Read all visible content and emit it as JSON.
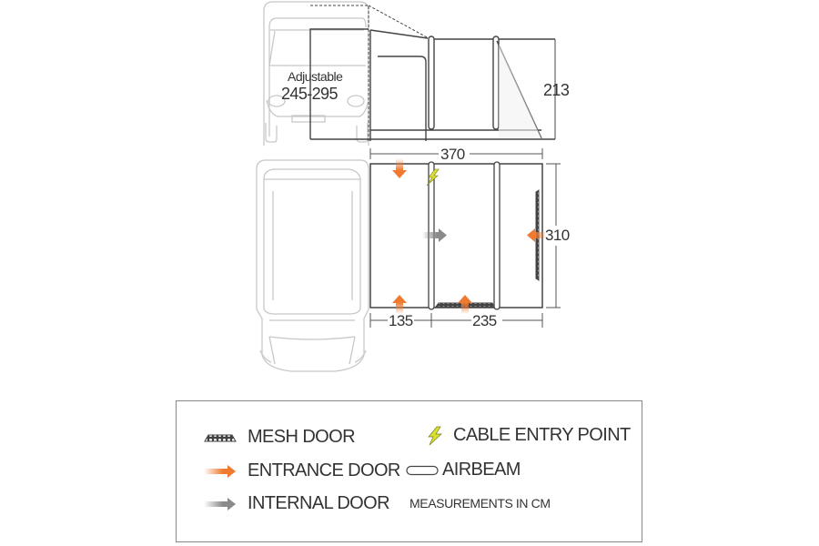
{
  "side_view": {
    "adjustable_label": "Adjustable",
    "adjustable_range": "245-295",
    "height_dim": "213"
  },
  "floor_plan": {
    "width_dim": "370",
    "depth_dim": "310",
    "section_left_dim": "135",
    "section_right_dim": "235"
  },
  "legend": {
    "items": [
      {
        "icon": "mesh-door-icon",
        "label": "MESH DOOR"
      },
      {
        "icon": "entrance-door-arrow-icon",
        "label": "ENTRANCE DOOR"
      },
      {
        "icon": "internal-door-arrow-icon",
        "label": "INTERNAL DOOR"
      },
      {
        "icon": "lightning-bolt-icon",
        "label": "CABLE ENTRY POINT"
      },
      {
        "icon": "airbeam-icon",
        "label": "AIRBEAM"
      }
    ],
    "note": "MEASUREMENTS IN CM"
  },
  "colors": {
    "entrance_arrow": "#f07a30",
    "internal_arrow": "#8a8a8a",
    "cable_bolt": "#d8e030",
    "outline": "#444444",
    "vehicle_outline": "#c8c8c8"
  }
}
